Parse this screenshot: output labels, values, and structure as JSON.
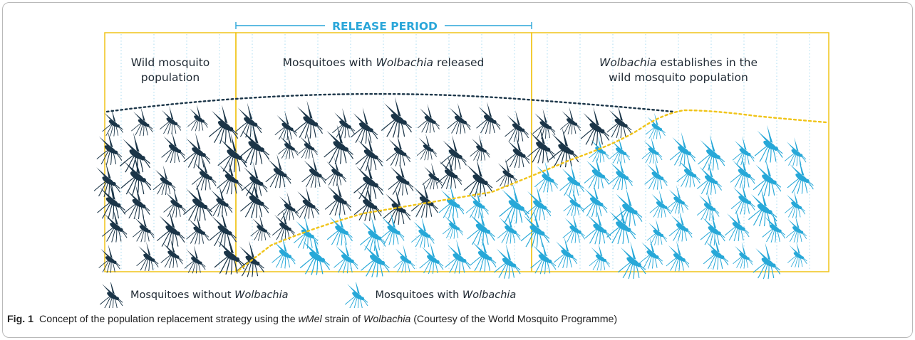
{
  "release_period_label": "RELEASE PERIOD",
  "panels": [
    {
      "line1_pre": "Wild mosquito",
      "line1_it": "",
      "line1_post": "",
      "line2_pre": "population",
      "line2_it": "",
      "line2_post": ""
    },
    {
      "line1_pre": "Mosquitoes with ",
      "line1_it": "Wolbachia",
      "line1_post": " released",
      "line2_pre": "",
      "line2_it": "",
      "line2_post": ""
    },
    {
      "line1_pre": "",
      "line1_it": "Wolbachia",
      "line1_post": " establishes in the",
      "line2_pre": "wild mosquito population",
      "line2_it": "",
      "line2_post": ""
    }
  ],
  "legend": {
    "without": {
      "pre": "Mosquitoes without ",
      "it": "Wolbachia"
    },
    "with": {
      "pre": "Mosquitoes with ",
      "it": "Wolbachia"
    }
  },
  "caption": {
    "fig": "Fig. 1",
    "pre": "Concept of the population replacement strategy using the ",
    "strain": "wMel",
    "mid": " strain of ",
    "genus": "Wolbachia",
    "post": " (Courtesy of the World Mosquito Programme)"
  },
  "colors": {
    "wild": "#1b3548",
    "wolbachia": "#27a8d8",
    "frame": "#f0c419",
    "release": "#2aa6d9",
    "total_line": "#1b3548",
    "share_line": "#f0c419",
    "grid": "#9fd8ef"
  },
  "icons": {
    "wild": "mosquito-icon",
    "wolbachia": "mosquito-icon"
  }
}
